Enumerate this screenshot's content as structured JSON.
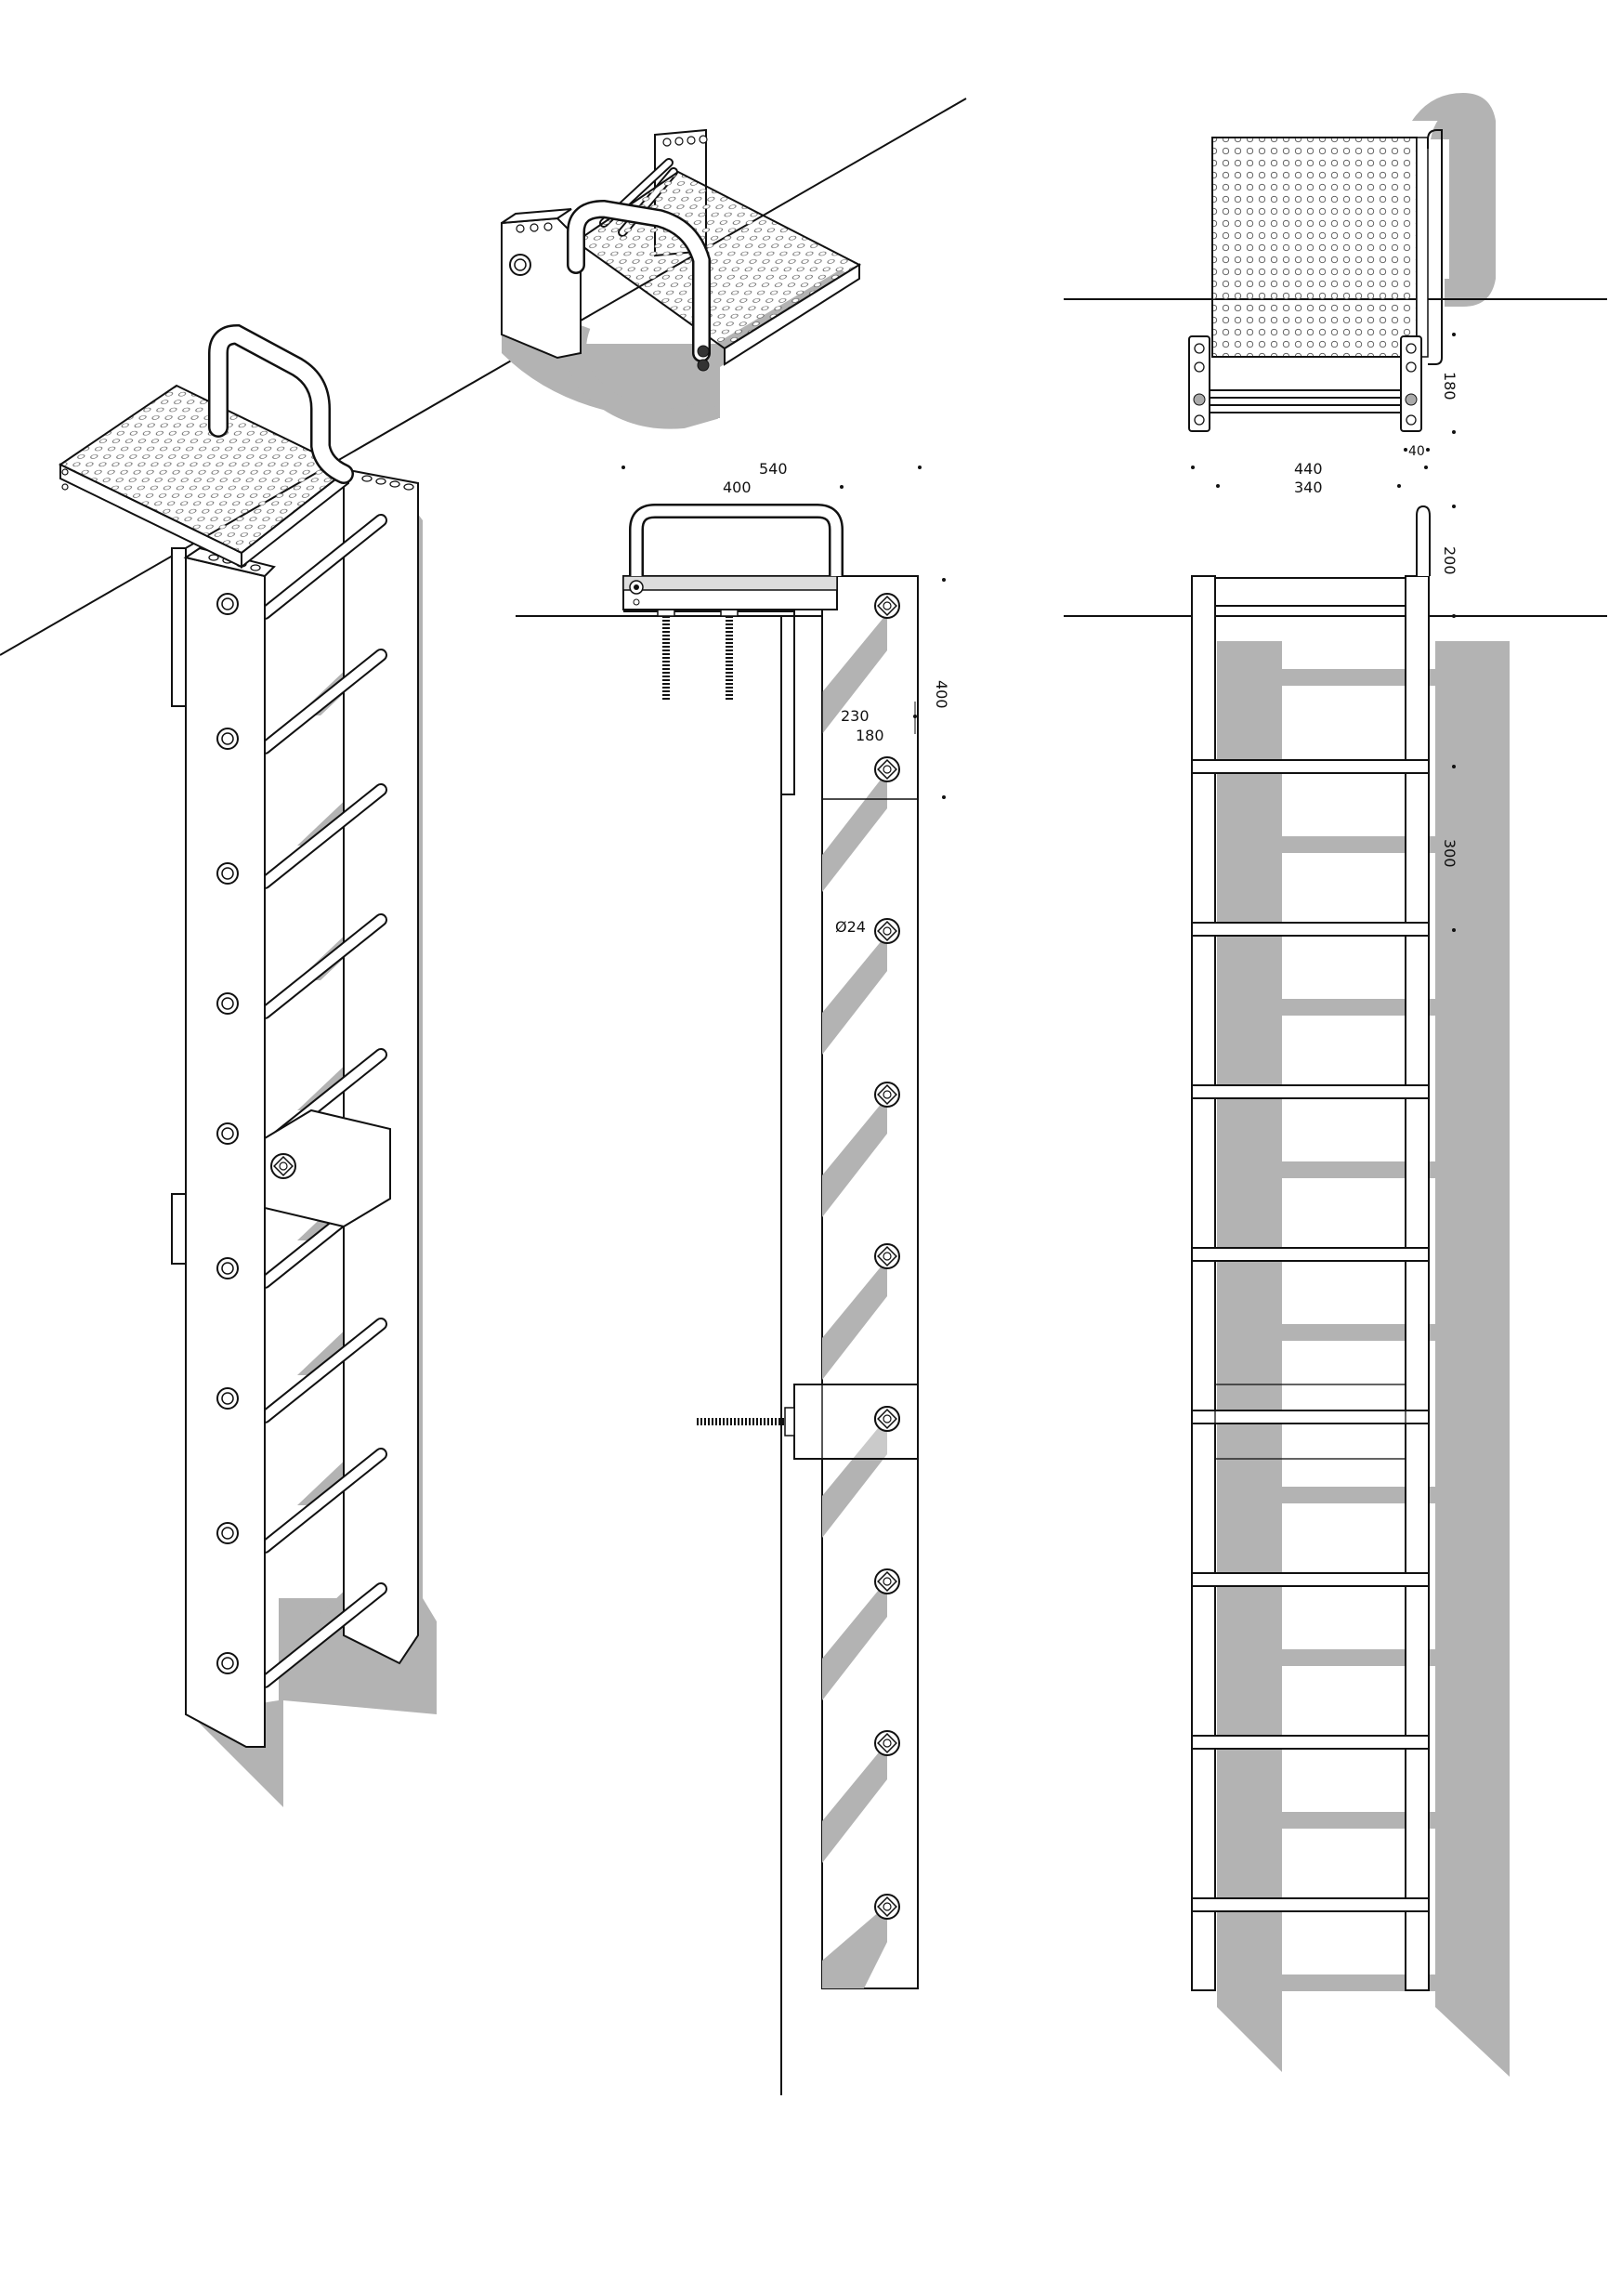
{
  "colors": {
    "line": "#111111",
    "shadow": "#b3b3b3",
    "paper": "#ffffff"
  },
  "section_dims": {
    "top_total": "540",
    "top_inner": "400",
    "plate_height": "400",
    "offset_outer": "230",
    "offset_inner": "180",
    "bolt_diameter": "Ø24"
  },
  "top_view_dims": {
    "rail_gap": "180",
    "outer_width": "440",
    "inner_width": "340",
    "rail_offset": "40"
  },
  "front_view_dims": {
    "handle_height": "200",
    "rung_spacing": "300"
  }
}
